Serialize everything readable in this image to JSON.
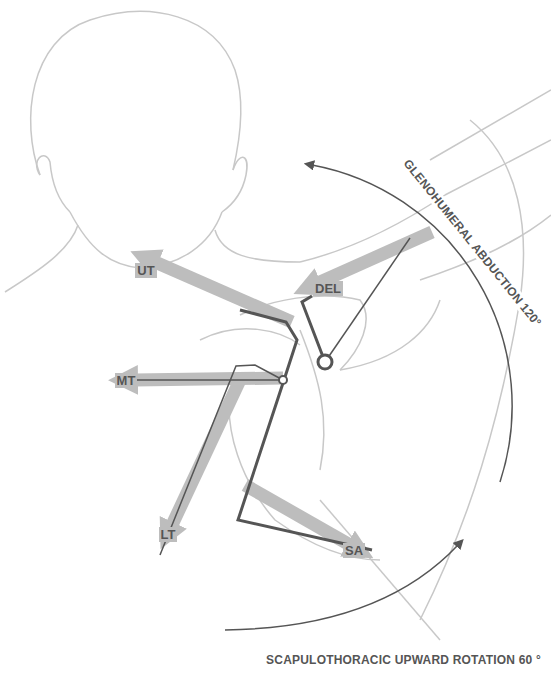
{
  "diagram": {
    "labels": [
      "UT",
      "DEL",
      "MT",
      "LT",
      "SA",
      "GLENOHUMERAL ABDUCTION 120°",
      "SCAPULOTHORACIC UPWARD ROTATION 60 °"
    ]
  }
}
